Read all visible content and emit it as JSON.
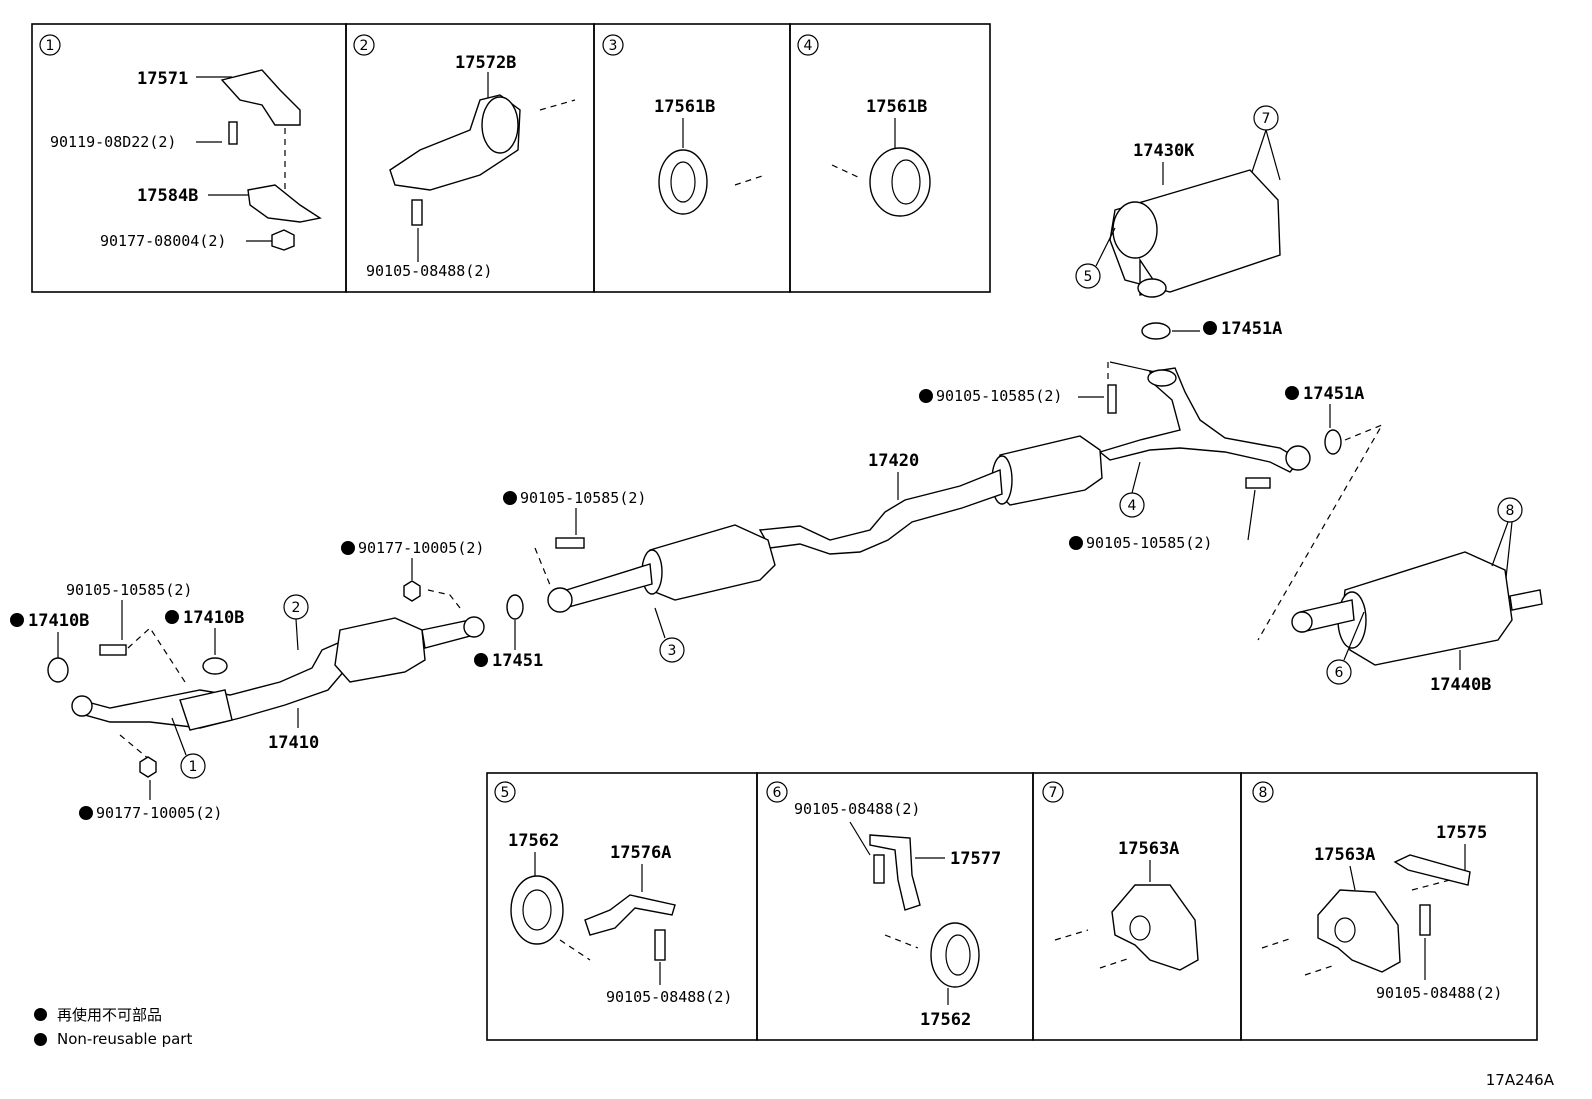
{
  "boxes": {
    "b1": {
      "num": "1",
      "labels": [
        "17571",
        "90119-08D22(2)",
        "17584B",
        "90177-08004(2)"
      ]
    },
    "b2": {
      "num": "2",
      "labels": [
        "17572B",
        "90105-08488(2)"
      ]
    },
    "b3": {
      "num": "3",
      "labels": [
        "17561B"
      ]
    },
    "b4": {
      "num": "4",
      "labels": [
        "17561B"
      ]
    },
    "b5": {
      "num": "5",
      "labels": [
        "17562",
        "17576A",
        "90105-08488(2)"
      ]
    },
    "b6": {
      "num": "6",
      "labels": [
        "90105-08488(2)",
        "17577",
        "17562"
      ]
    },
    "b7": {
      "num": "7",
      "labels": [
        "17563A"
      ]
    },
    "b8": {
      "num": "8",
      "labels": [
        "17563A",
        "17575",
        "90105-08488(2)"
      ]
    }
  },
  "main_labels": {
    "p17430K": "17430K",
    "p17451A_top": "17451A",
    "p90105_top": "90105-10585(2)",
    "p17451A_right": "17451A",
    "p17420": "17420",
    "p90105_mid": "90105-10585(2)",
    "p90105_right": "90105-10585(2)",
    "p90177_mid": "90177-10005(2)",
    "p90105_left": "90105-10585(2)",
    "p17410B_left": "17410B",
    "p17410B_right": "17410B",
    "p17451": "17451",
    "p17410": "17410",
    "p90177_bottom": "90177-10005(2)",
    "p17440B": "17440B"
  },
  "callouts": [
    "1",
    "2",
    "3",
    "4",
    "5",
    "6",
    "7",
    "8"
  ],
  "legend": {
    "jp": "再使用不可部品",
    "en": "Non-reusable part"
  },
  "diagram_code": "17A246A"
}
